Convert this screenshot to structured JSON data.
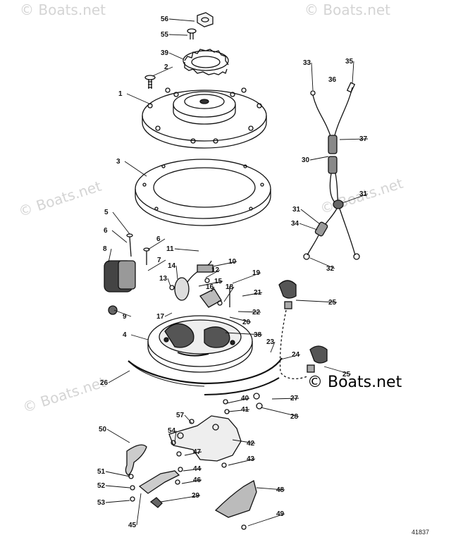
{
  "watermark": "© Boats.net",
  "watermark_main": "© Boats.net",
  "diagram_number": "41837",
  "callouts": [
    "56",
    "55",
    "39",
    "2",
    "1",
    "33",
    "35",
    "36",
    "37",
    "30",
    "31",
    "3",
    "31",
    "34",
    "32",
    "5",
    "6",
    "6",
    "11",
    "10",
    "8",
    "7",
    "14",
    "12",
    "15",
    "19",
    "13",
    "16",
    "18",
    "21",
    "9",
    "17",
    "20",
    "22",
    "25",
    "38",
    "4",
    "23",
    "24",
    "26",
    "25",
    "40",
    "27",
    "41",
    "28",
    "57",
    "50",
    "54",
    "42",
    "47",
    "43",
    "44",
    "51",
    "46",
    "48",
    "52",
    "29",
    "53",
    "45",
    "49"
  ]
}
